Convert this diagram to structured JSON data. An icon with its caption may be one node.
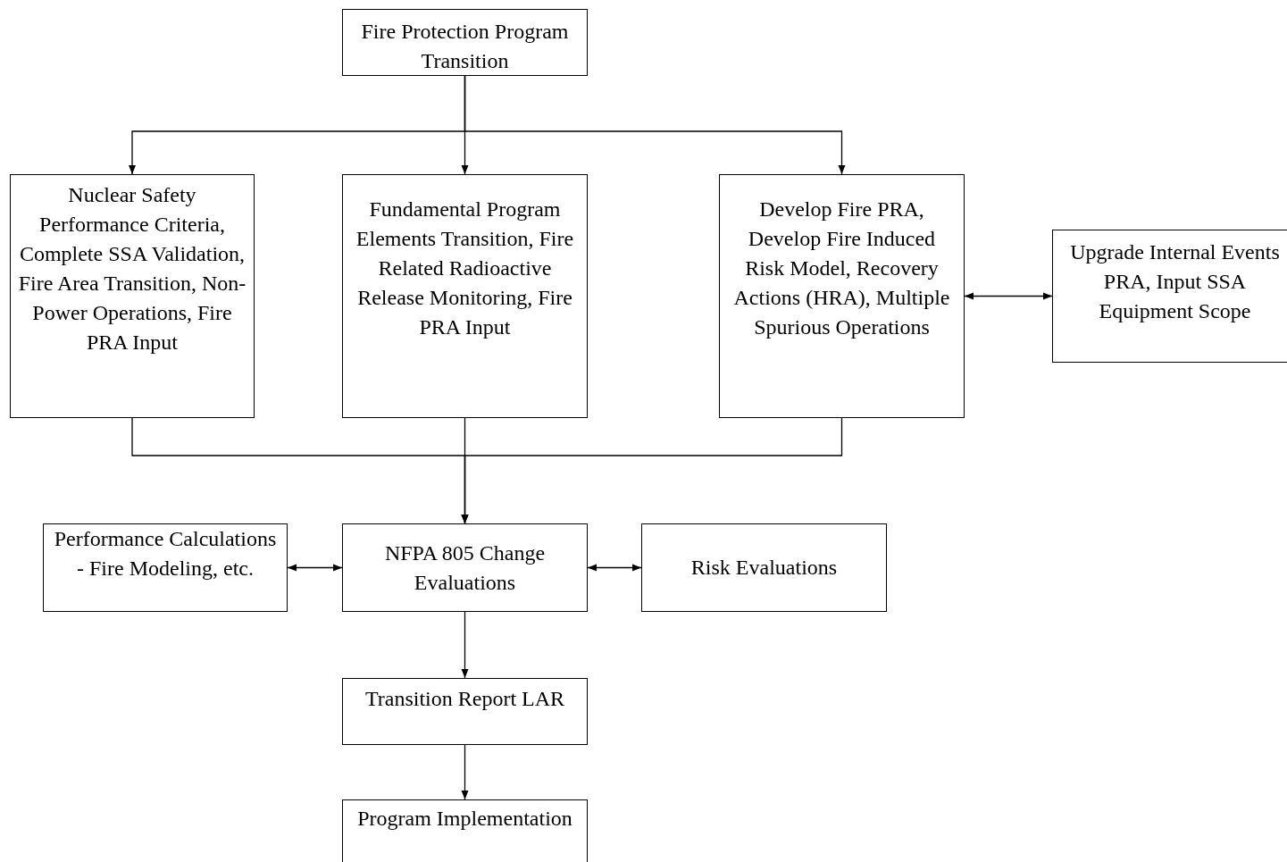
{
  "diagram": {
    "nodes": [
      {
        "text": [
          "Fire Protection Program Transition"
        ]
      },
      {
        "text": [
          "Nuclear Safety Performance Criteria, Complete SSA Validation, Fire Area Transition, Non-Power Operations, Fire PRA Input"
        ]
      },
      {
        "text": [
          "Fundamental Program Elements Transition, Fire Related Radioactive Release Monitoring, Fire PRA Input"
        ]
      },
      {
        "text": [
          "Develop Fire PRA, Develop Fire Induced Risk Model, Recovery Actions (HRA), Multiple Spurious Operations"
        ]
      },
      {
        "text": [
          "Upgrade Internal Events PRA, Input SSA Equipment Scope"
        ]
      },
      {
        "text": [
          "Performance Calculations - Fire Modeling, etc."
        ]
      },
      {
        "text": [
          "NFPA 805 Change Evaluations"
        ]
      },
      {
        "text": [
          "Risk Evaluations"
        ]
      },
      {
        "text": [
          "Transition Report LAR"
        ]
      },
      {
        "text": [
          "Program Implementation"
        ]
      }
    ],
    "edges": [
      {
        "from": 0,
        "to": 1,
        "arrow": "to"
      },
      {
        "from": 0,
        "to": 2,
        "arrow": "to"
      },
      {
        "from": 0,
        "to": 3,
        "arrow": "to"
      },
      {
        "from": 3,
        "to": 4,
        "arrow": "both"
      },
      {
        "from": 1,
        "to": 6,
        "arrow": "to"
      },
      {
        "from": 2,
        "to": 6,
        "arrow": "to"
      },
      {
        "from": 3,
        "to": 6,
        "arrow": "to"
      },
      {
        "from": 5,
        "to": 6,
        "arrow": "both"
      },
      {
        "from": 6,
        "to": 7,
        "arrow": "both"
      },
      {
        "from": 6,
        "to": 8,
        "arrow": "to"
      },
      {
        "from": 8,
        "to": 9,
        "arrow": "to"
      }
    ]
  }
}
